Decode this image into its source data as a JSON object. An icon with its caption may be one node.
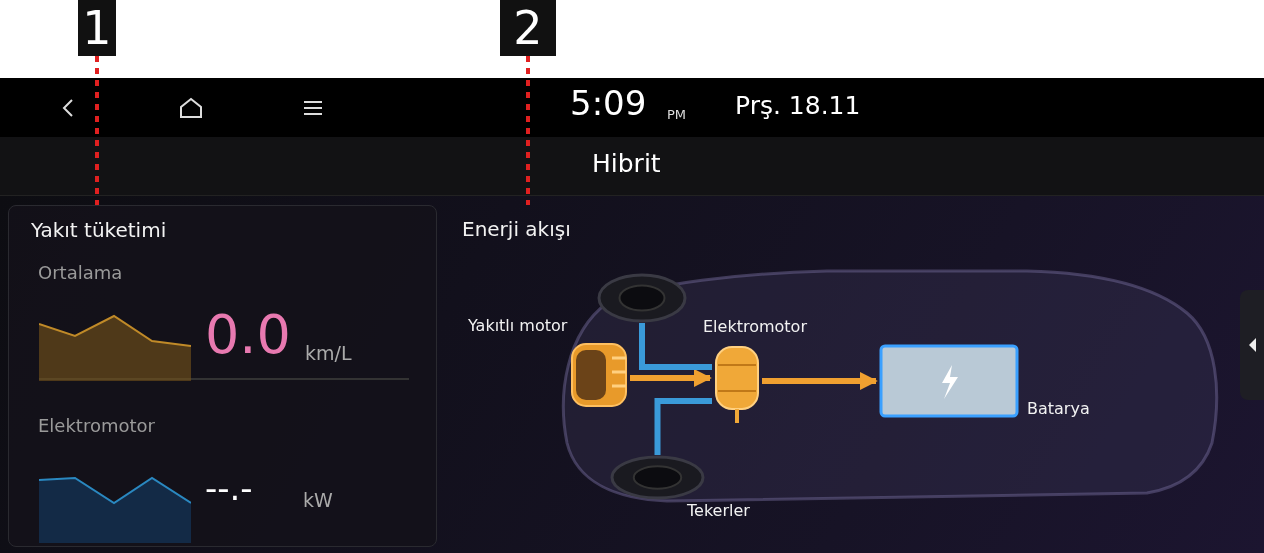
{
  "diagram": {
    "nodes": [
      {
        "text": [
          "1"
        ]
      },
      {
        "text": [
          "2"
        ]
      },
      {
        "text": [
          "Yakıt tüketimi"
        ]
      },
      {
        "text": [
          "Enerji akışı"
        ]
      },
      {
        "text": [],
        "shape": "picture",
        "in": 3,
        "beside": [
          "Yakıtlı motor"
        ]
      },
      {
        "text": [],
        "shape": "picture",
        "in": 3,
        "beside": [
          "Elektromotor"
        ]
      },
      {
        "text": [],
        "shape": "picture",
        "in": 3,
        "beside": [
          "Batarya"
        ]
      },
      {
        "text": [],
        "shape": "picture",
        "in": 3
      },
      {
        "text": [],
        "shape": "picture",
        "in": 3,
        "beside": [
          "Tekerler"
        ]
      }
    ],
    "edges": [
      {
        "from": 0,
        "to": 2,
        "arrow": "none",
        "style": "dashed",
        "color": "#e02020"
      },
      {
        "from": 1,
        "to": 3,
        "arrow": "none",
        "style": "dashed",
        "color": "#e02020"
      },
      {
        "from": 4,
        "to": 5,
        "arrow": "to",
        "color": "#f0a030"
      },
      {
        "from": 5,
        "to": 6,
        "arrow": "to",
        "color": "#f0a030"
      },
      {
        "from": 5,
        "to": 7,
        "arrow": "none",
        "color": "#3a9ad9"
      },
      {
        "from": 5,
        "to": 8,
        "arrow": "none",
        "color": "#3a9ad9"
      }
    ],
    "labels": [
      "5:09",
      "PM",
      "Prş. 18.11",
      "Hibrit",
      "Ortalama",
      "0.0",
      "km/L",
      "Elektromotor",
      "--.-",
      "kW"
    ]
  }
}
